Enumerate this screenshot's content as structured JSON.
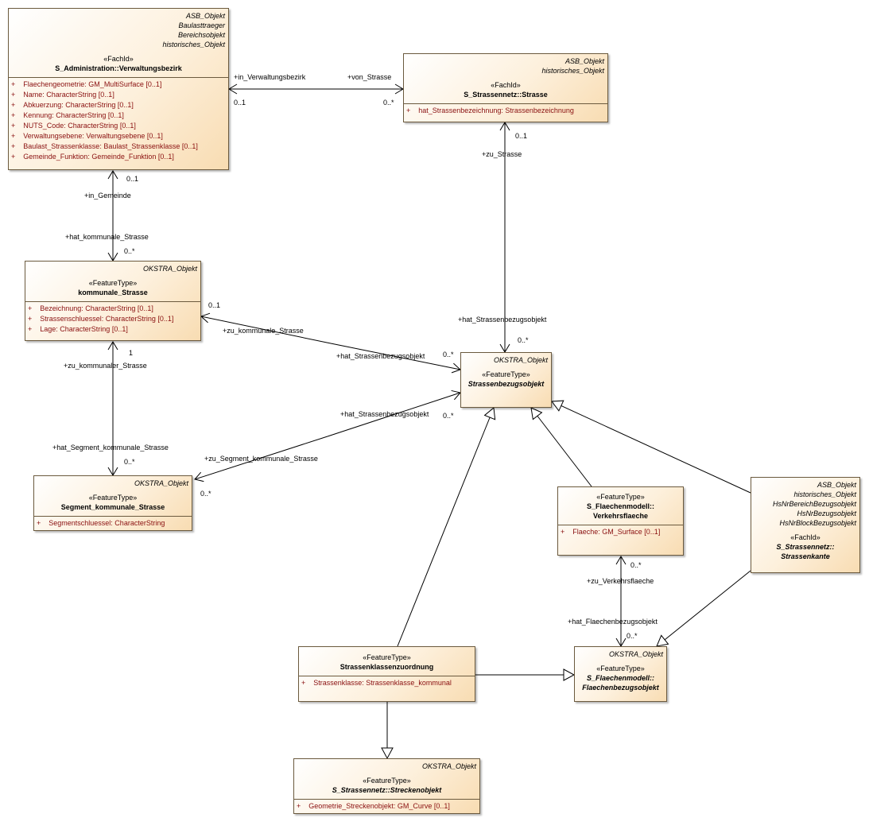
{
  "classes": {
    "verwaltungsbezirk": {
      "stereotypes": [
        "ASB_Objekt",
        "Baulasttraeger",
        "Bereichsobjekt",
        "historisches_Objekt"
      ],
      "stereotype": "«FachId»",
      "name": "S_Administration::Verwaltungsbezirk",
      "attributes": [
        "Flaechengeometrie: GM_MultiSurface [0..1]",
        "Name: CharacterString [0..1]",
        "Abkuerzung: CharacterString [0..1]",
        "Kennung: CharacterString [0..1]",
        "NUTS_Code: CharacterString [0..1]",
        "Verwaltungsebene: Verwaltungsebene [0..1]",
        "Baulast_Strassenklasse: Baulast_Strassenklasse [0..1]",
        "Gemeinde_Funktion: Gemeinde_Funktion [0..1]"
      ]
    },
    "strasse": {
      "stereotypes": [
        "ASB_Objekt",
        "historisches_Objekt"
      ],
      "stereotype": "«FachId»",
      "name": "S_Strassennetz::Strasse",
      "attributes": [
        "hat_Strassenbezeichnung: Strassenbezeichnung"
      ]
    },
    "kommunale_strasse": {
      "stereotypes": [
        "OKSTRA_Objekt"
      ],
      "stereotype": "«FeatureType»",
      "name": "kommunale_Strasse",
      "attributes": [
        "Bezeichnung: CharacterString [0..1]",
        "Strassenschluessel: CharacterString [0..1]",
        "Lage: CharacterString [0..1]"
      ]
    },
    "strassenbezugsobjekt": {
      "stereotypes": [
        "OKSTRA_Objekt"
      ],
      "stereotype": "«FeatureType»",
      "name": "Strassenbezugsobjekt"
    },
    "segment_kommunale_strasse": {
      "stereotypes": [
        "OKSTRA_Objekt"
      ],
      "stereotype": "«FeatureType»",
      "name": "Segment_kommunale_Strasse",
      "attributes": [
        "Segmentschluessel: CharacterString"
      ]
    },
    "verkehrsflaeche": {
      "stereotype": "«FeatureType»",
      "name_line1": "S_Flaechenmodell::",
      "name_line2": "Verkehrsflaeche",
      "attributes": [
        "Flaeche: GM_Surface [0..1]"
      ]
    },
    "strassenkante": {
      "stereotypes": [
        "ASB_Objekt",
        "historisches_Objekt",
        "HsNrBereichBezugsobjekt",
        "HsNrBezugsobjekt",
        "HsNrBlockBezugsobjekt"
      ],
      "stereotype": "«FachId»",
      "name_line1": "S_Strassennetz::",
      "name_line2": "Strassenkante"
    },
    "strassenklassenzuordnung": {
      "stereotype": "«FeatureType»",
      "name": "Strassenklassenzuordnung",
      "attributes": [
        "Strassenklasse: Strassenklasse_kommunal"
      ]
    },
    "flaechenbezugsobjekt": {
      "stereotypes": [
        "OKSTRA_Objekt"
      ],
      "stereotype": "«FeatureType»",
      "name_line1": "S_Flaechenmodell::",
      "name_line2": "Flaechenbezugsobjekt"
    },
    "streckenobjekt": {
      "stereotypes": [
        "OKSTRA_Objekt"
      ],
      "stereotype": "«FeatureType»",
      "name": "S_Strassennetz::Streckenobjekt",
      "attributes": [
        "Geometrie_Streckenobjekt: GM_Curve [0..1]"
      ]
    }
  },
  "visibility_marker": "+",
  "labels": {
    "in_verwaltungsbezirk": "+in_Verwaltungsbezirk",
    "von_strasse": "+von_Strasse",
    "m_0_1_a": "0..1",
    "m_0_star_a": "0..*",
    "m_0_1_b": "0..1",
    "zu_strasse": "+zu_Strasse",
    "m_0_1_c": "0..1",
    "in_gemeinde": "+in_Gemeinde",
    "hat_kommunale_strasse": "+hat_kommunale_Strasse",
    "m_0_star_b": "0..*",
    "m_0_1_d": "0..1",
    "zu_kommunale_strasse": "+zu_kommunale_Strasse",
    "hat_sbo_1": "+hat_Strassenbezugsobjekt",
    "m_0_star_c": "0..*",
    "hat_sbo_2": "+hat_Strassenbezugsobjekt",
    "m_0_star_d": "0..*",
    "m_1": "1",
    "zu_kommunaler_strasse": "+zu_kommunaler_Strasse",
    "hat_sbo_3": "+hat_Strassenbezugsobjekt",
    "m_0_star_e": "0..*",
    "hat_segment": "+hat_Segment_kommunale_Strasse",
    "zu_segment": "+zu_Segment_kommunale_Strasse",
    "m_0_star_f": "0..*",
    "m_0_star_g": "0..*",
    "m_0_star_h": "0..*",
    "zu_verkehrsflaeche": "+zu_Verkehrsflaeche",
    "hat_flaechenbezugsobjekt": "+hat_Flaechenbezugsobjekt",
    "m_0_star_i": "0..*"
  }
}
